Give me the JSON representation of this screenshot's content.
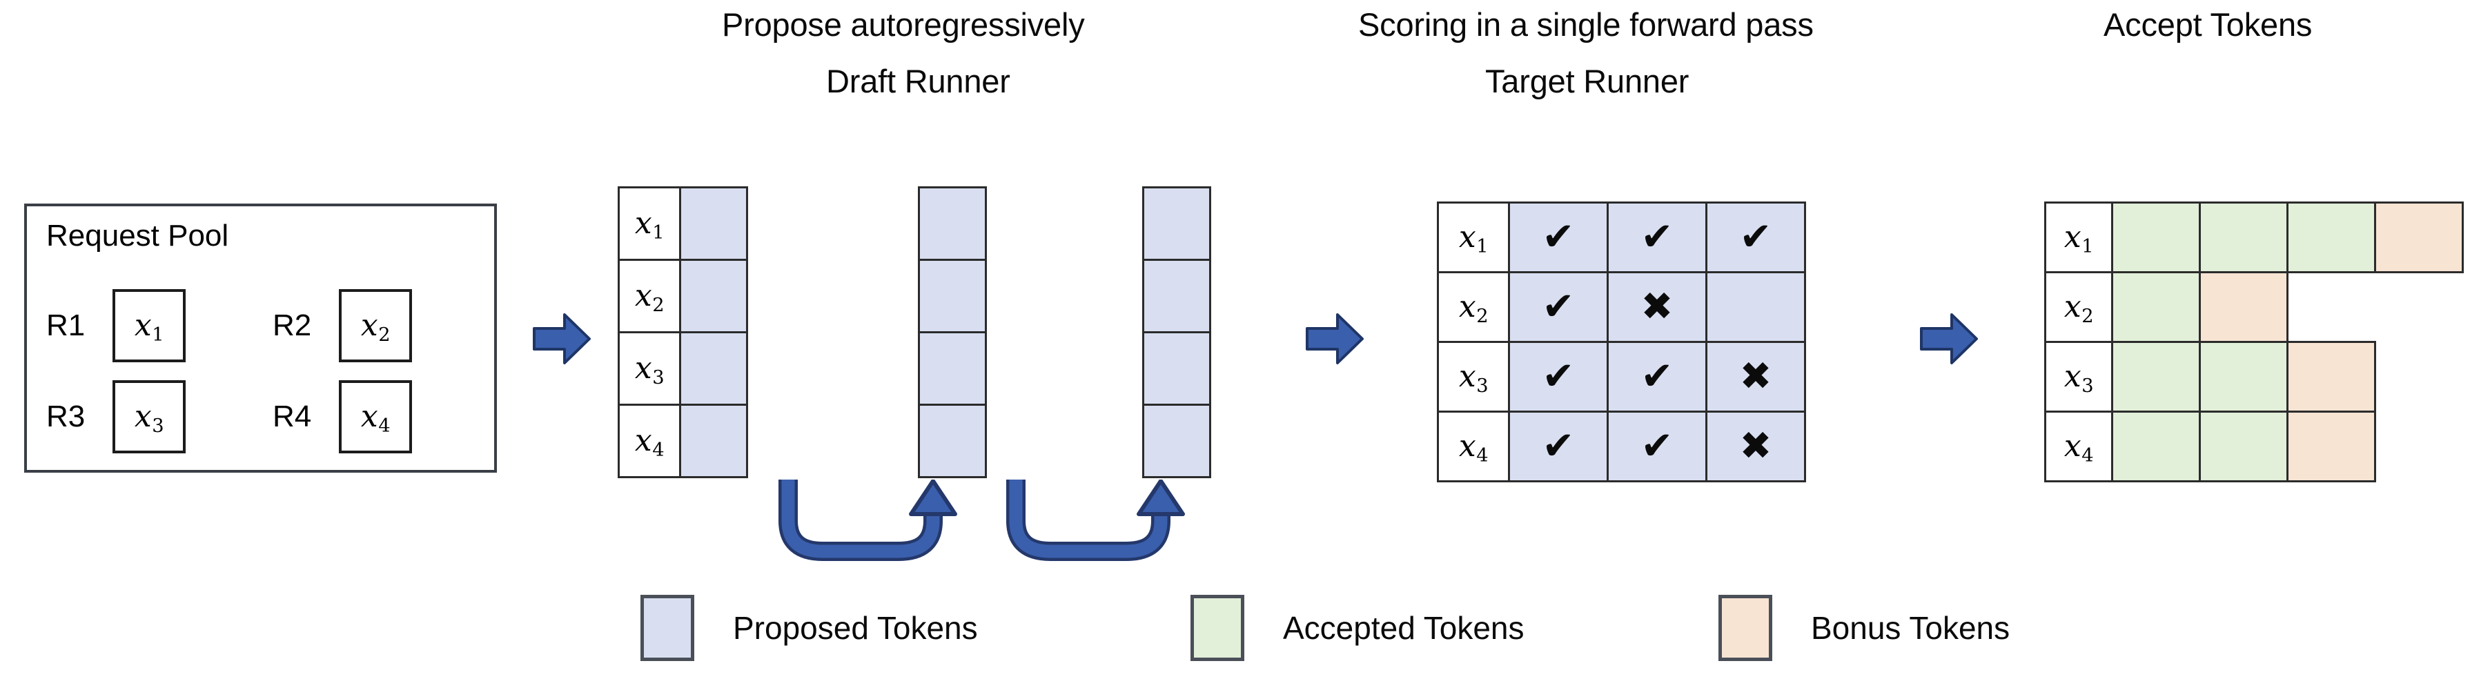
{
  "figure": {
    "type": "diagram",
    "subject": "Speculative decoding pipeline: draft proposal, target scoring, token acceptance"
  },
  "headings": {
    "propose": "Propose autoregressively",
    "draft_runner": "Draft Runner",
    "scoring": "Scoring in a single forward pass",
    "target_runner": "Target Runner",
    "accept": "Accept Tokens"
  },
  "request_pool": {
    "title": "Request Pool",
    "requests": [
      {
        "id": "R1",
        "token": "x",
        "index": "1"
      },
      {
        "id": "R2",
        "token": "x",
        "index": "2"
      },
      {
        "id": "R3",
        "token": "x",
        "index": "3"
      },
      {
        "id": "R4",
        "token": "x",
        "index": "4"
      }
    ]
  },
  "draft_runner": {
    "row_labels": [
      {
        "token": "x",
        "index": "1"
      },
      {
        "token": "x",
        "index": "2"
      },
      {
        "token": "x",
        "index": "3"
      },
      {
        "token": "x",
        "index": "4"
      }
    ],
    "steps": 3,
    "cell_fill": "proposed",
    "columns": [
      {
        "step": 1,
        "cells": [
          "proposed",
          "proposed",
          "proposed",
          "proposed"
        ]
      },
      {
        "step": 2,
        "cells": [
          "proposed",
          "proposed",
          "proposed",
          "proposed"
        ]
      },
      {
        "step": 3,
        "cells": [
          "proposed",
          "proposed",
          "proposed",
          "proposed"
        ]
      }
    ],
    "feedback_arrows": 2
  },
  "target_runner": {
    "row_labels": [
      {
        "token": "x",
        "index": "1"
      },
      {
        "token": "x",
        "index": "2"
      },
      {
        "token": "x",
        "index": "3"
      },
      {
        "token": "x",
        "index": "4"
      }
    ],
    "rows": [
      {
        "label_token": "x",
        "label_index": "1",
        "marks": [
          "check",
          "check",
          "check"
        ]
      },
      {
        "label_token": "x",
        "label_index": "2",
        "marks": [
          "check",
          "cross",
          "blank"
        ]
      },
      {
        "label_token": "x",
        "label_index": "3",
        "marks": [
          "check",
          "check",
          "cross"
        ]
      },
      {
        "label_token": "x",
        "label_index": "4",
        "marks": [
          "check",
          "check",
          "cross"
        ]
      }
    ],
    "glyphs": {
      "check": "✔",
      "cross": "✖",
      "blank": ""
    }
  },
  "accept_tokens": {
    "rows": [
      {
        "label_token": "x",
        "label_index": "1",
        "cells": [
          "accepted",
          "accepted",
          "accepted",
          "bonus"
        ]
      },
      {
        "label_token": "x",
        "label_index": "2",
        "cells": [
          "accepted",
          "bonus"
        ]
      },
      {
        "label_token": "x",
        "label_index": "3",
        "cells": [
          "accepted",
          "accepted",
          "bonus"
        ]
      },
      {
        "label_token": "x",
        "label_index": "4",
        "cells": [
          "accepted",
          "accepted",
          "bonus"
        ]
      }
    ]
  },
  "legend": {
    "items": [
      {
        "label": "Proposed Tokens",
        "color": "#d9dff1",
        "key": "proposed"
      },
      {
        "label": "Accepted Tokens",
        "color": "#e2efd9",
        "key": "accepted"
      },
      {
        "label": "Bonus Tokens",
        "color": "#f8e4d3",
        "key": "bonus"
      }
    ]
  },
  "colors": {
    "proposed": "#d9dff1",
    "accepted": "#e2efd9",
    "bonus": "#f8e4d3",
    "arrow_blue": "#3a5fad",
    "arrow_blue_dark": "#24386b",
    "border": "#2b2b2b",
    "background": "#ffffff"
  }
}
